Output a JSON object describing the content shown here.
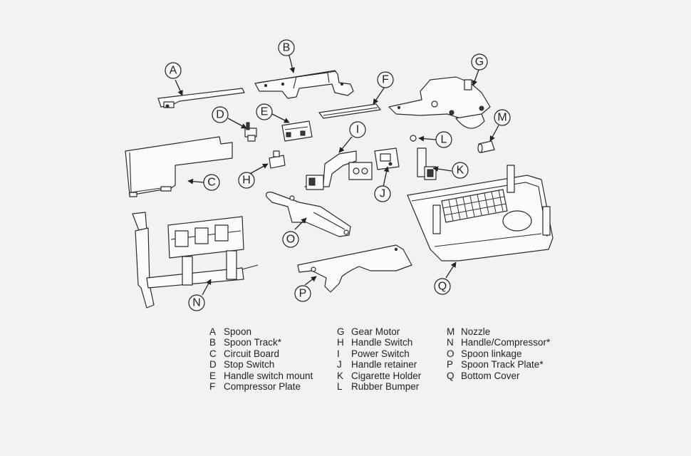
{
  "callouts": [
    "A",
    "B",
    "C",
    "D",
    "E",
    "F",
    "G",
    "H",
    "I",
    "J",
    "K",
    "L",
    "M",
    "N",
    "O",
    "P",
    "Q"
  ],
  "legend": [
    [
      {
        "letter": "A",
        "name": "Spoon"
      },
      {
        "letter": "B",
        "name": "Spoon Track*"
      },
      {
        "letter": "C",
        "name": "Circuit Board"
      },
      {
        "letter": "D",
        "name": "Stop Switch"
      },
      {
        "letter": "E",
        "name": "Handle switch mount"
      },
      {
        "letter": "F",
        "name": "Compressor Plate"
      }
    ],
    [
      {
        "letter": "G",
        "name": "Gear Motor"
      },
      {
        "letter": "H",
        "name": "Handle Switch"
      },
      {
        "letter": "I",
        "name": "Power Switch"
      },
      {
        "letter": "J",
        "name": "Handle retainer"
      },
      {
        "letter": "K",
        "name": "Cigarette Holder"
      },
      {
        "letter": "L",
        "name": "Rubber Bumper"
      }
    ],
    [
      {
        "letter": "M",
        "name": "Nozzle"
      },
      {
        "letter": "N",
        "name": "Handle/Compressor*"
      },
      {
        "letter": "O",
        "name": "Spoon linkage"
      },
      {
        "letter": "P",
        "name": "Spoon Track Plate*"
      },
      {
        "letter": "Q",
        "name": "Bottom Cover"
      }
    ]
  ]
}
